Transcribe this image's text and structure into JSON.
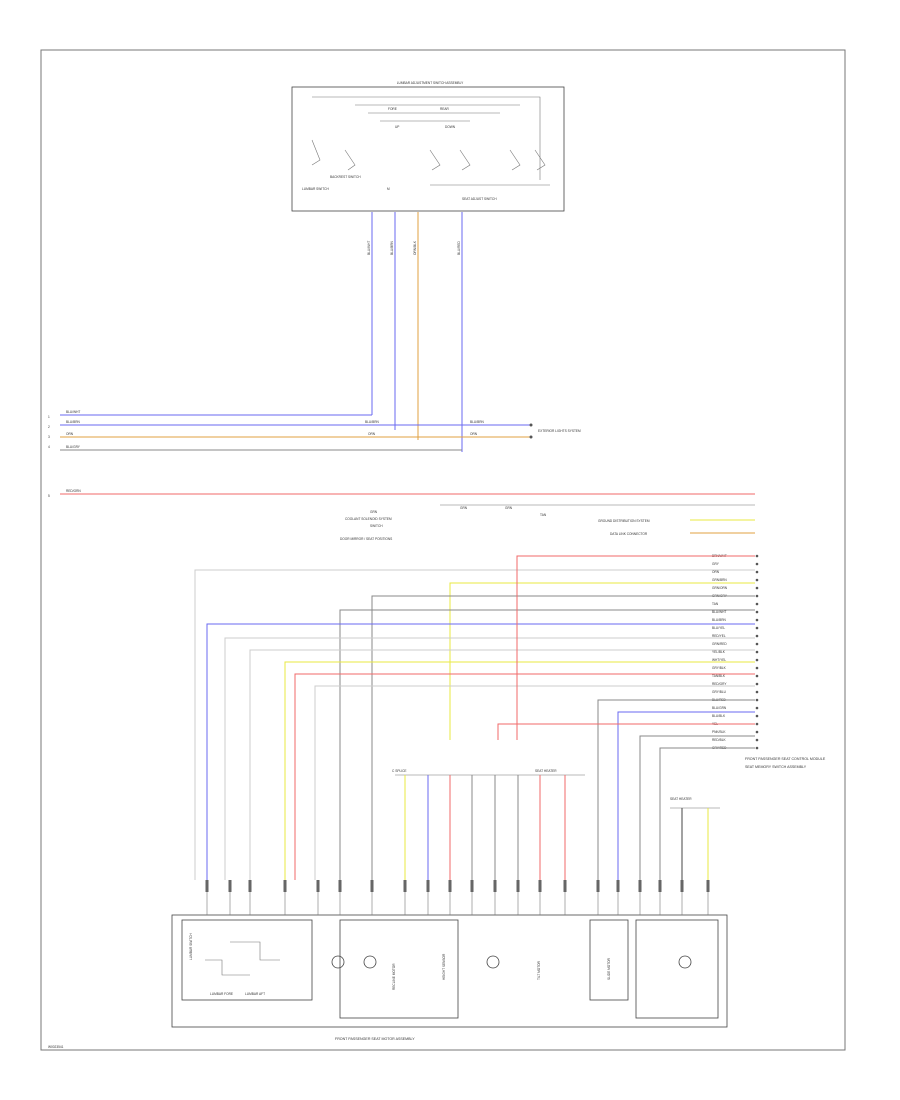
{
  "colors": {
    "blue": "#6a6af0",
    "yellow": "#e8e840",
    "orange": "#e0a040",
    "red": "#f06a6a",
    "gray": "#888888",
    "dark": "#444444"
  },
  "top_module": {
    "title": "LUMBAR ADJUSTMENT SWITCH ASSEMBLY",
    "labels": [
      "FORE",
      "REAR",
      "UP",
      "DOWN"
    ],
    "switch_a": "LUMBAR SWITCH",
    "switch_b": "BACKREST SWITCH",
    "center": "M",
    "switch_c": "SEAT ADJUST SWITCH",
    "wire_labels": [
      "BLU/WHT",
      "BLU/BRN",
      "ORN/BLK",
      "BLU/RED"
    ]
  },
  "left_bus": {
    "numbers": [
      "1",
      "2",
      "3",
      "4",
      "5"
    ],
    "wire_labels": [
      "BLU/WHT",
      "BLU/BRN",
      "ORN",
      "BLU/GRY",
      "RED/GRN"
    ],
    "mid_labels": [
      "BLU/BRN",
      "ORN",
      "BLU/BRN",
      "ORN"
    ],
    "dest": "EXTERIOR LIGHTS SYSTEM"
  },
  "mid_labels": {
    "left": [
      "GRN",
      "COOLANT SOLENOID SYSTEM",
      "SWITCH",
      "DOOR MIRROR / SEAT POSITIONS"
    ],
    "conn": [
      "GRN",
      "GRN",
      "TAN"
    ],
    "right": [
      "GROUND DISTRIBUTION SYSTEM",
      "DATA LINK CONNECTOR"
    ]
  },
  "right_connector": {
    "pins": [
      "BRN/WHT",
      "GRY",
      "ORN",
      "GRN/BRN",
      "GRN/ORN",
      "GRN/GRY",
      "TAN",
      "BLU/WHT",
      "BLU/BRN",
      "BLU/YEL",
      "RED/YEL",
      "GRN/RED",
      "YEL/BLK",
      "WHT/YEL",
      "GRY/BLK",
      "TAN/BLK",
      "RED/GRY",
      "GRY/BLU",
      "BLU/RED",
      "BLU/GRN",
      "BLU/BLK",
      "YEL",
      "PNK/BLK",
      "RED/BLK",
      "GRY/RED"
    ],
    "caption": "FRONT PASSENGER SEAT CONTROL MODULE",
    "sub_caption": "SEAT MEMORY SWITCH ASSEMBLY"
  },
  "bottom": {
    "splice_left": "C SPLICE",
    "splice_right": "SEAT HEATER",
    "heater_label": "SEAT HEATER",
    "modules": [
      "LUMBAR SWITCH",
      "RECLINE MOTOR",
      "HEIGHT SENSOR",
      "TILT MOTOR",
      "SLIDE MOTOR"
    ],
    "caption": "FRONT PASSENGER SEAT MOTOR ASSEMBLY",
    "sub_labels": [
      "LUMBAR FORE",
      "LUMBAR AFT"
    ]
  },
  "corner_label": "W0023541"
}
